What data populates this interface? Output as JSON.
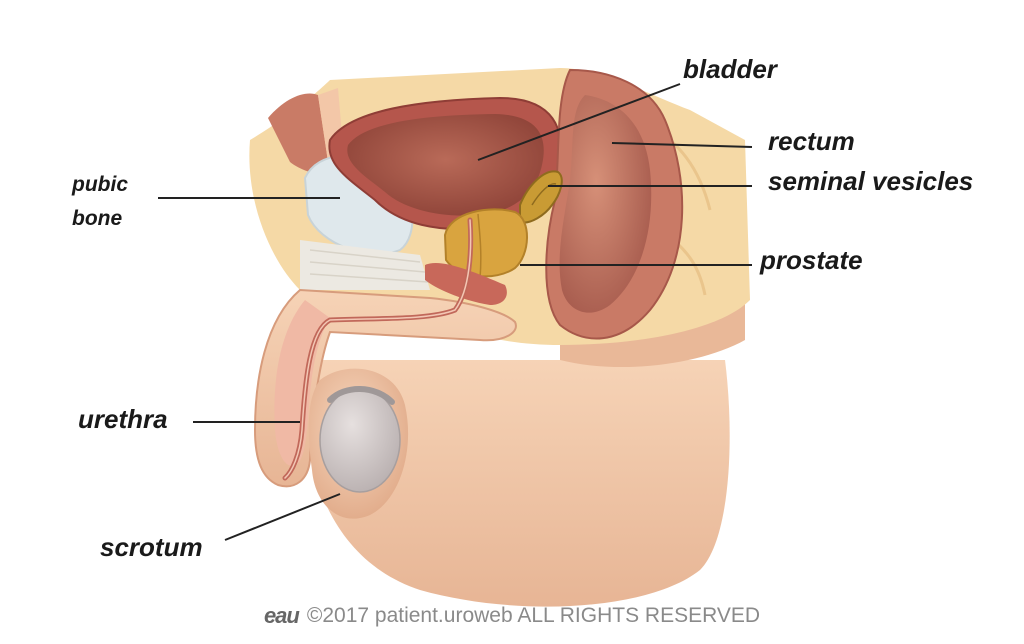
{
  "labels": {
    "bladder": "bladder",
    "rectum": "rectum",
    "seminal_vesicles": "seminal vesicles",
    "prostate": "prostate",
    "pubic_bone_line1": "pubic",
    "pubic_bone_line2": "bone",
    "urethra": "urethra",
    "scrotum": "scrotum"
  },
  "footer": {
    "logo": "eau",
    "copyright": "©2017 patient.uroweb ALL RIGHTS RESERVED"
  },
  "colors": {
    "skin": "#f1c9a8",
    "skin_shadow": "#e3ad8a",
    "fat": "#f6dcaa",
    "muscle": "#c77a6a",
    "bladder_wall": "#b8574d",
    "bladder_inner": "#a85a4a",
    "prostate": "#d9a43f",
    "bone": "#dfe8ec",
    "testis": "#cfc8c8",
    "line": "#222222"
  }
}
